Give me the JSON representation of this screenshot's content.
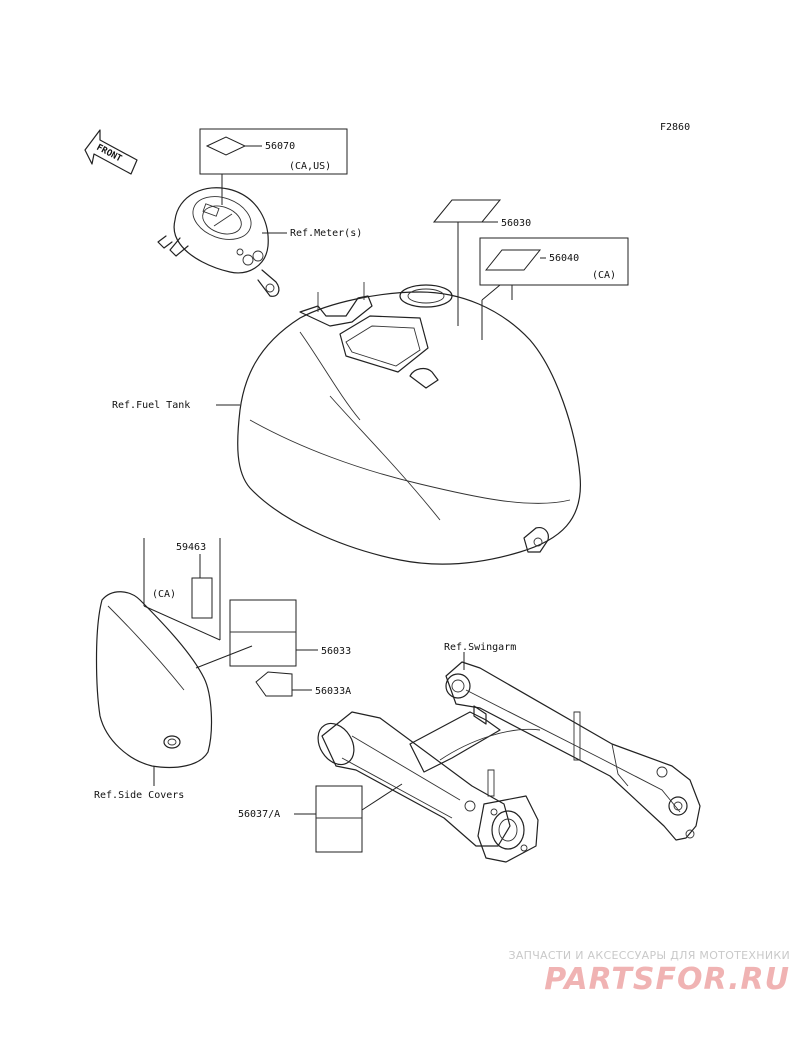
{
  "figure_code": "F2860",
  "front_arrow": {
    "label": "FRONT"
  },
  "parts": [
    {
      "number": "56070",
      "note": "(CA,US)"
    },
    {
      "number": "56030",
      "note": ""
    },
    {
      "number": "56040",
      "note": "(CA)"
    },
    {
      "number": "59463",
      "note": "(CA)"
    },
    {
      "number": "56033",
      "note": ""
    },
    {
      "number": "56033A",
      "note": ""
    },
    {
      "number": "56037/A",
      "note": ""
    }
  ],
  "references": {
    "meter": "Ref.Meter(s)",
    "fuel_tank": "Ref.Fuel Tank",
    "swingarm": "Ref.Swingarm",
    "side_covers": "Ref.Side Covers"
  },
  "watermark": {
    "tagline": "ЗАПЧАСТИ И АКСЕССУАРЫ ДЛЯ МОТОТЕХНИКИ",
    "logo": "PARTSFOR.RU"
  }
}
